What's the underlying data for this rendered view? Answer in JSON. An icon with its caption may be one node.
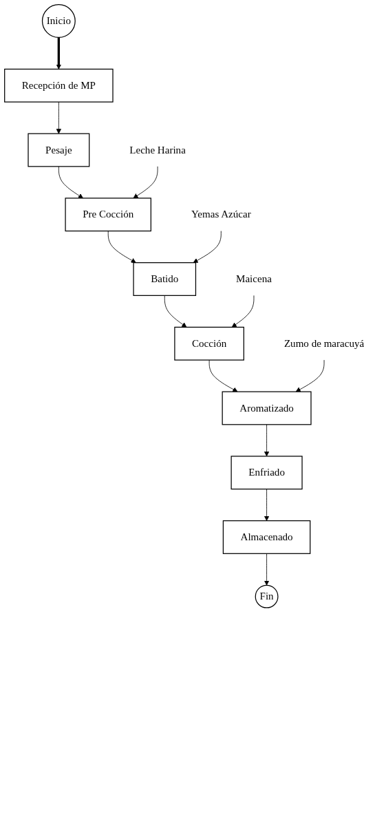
{
  "diagram": {
    "nodes": [
      {
        "text": [
          "Inicio"
        ]
      },
      {
        "text": [
          "Recepción de MP"
        ]
      },
      {
        "text": [
          "Pesaje"
        ]
      },
      {
        "text": [
          "Pre Cocción"
        ]
      },
      {
        "text": [
          "Batido"
        ]
      },
      {
        "text": [
          "Cocción"
        ]
      },
      {
        "text": [
          "Aromatizado"
        ]
      },
      {
        "text": [
          "Enfriado"
        ]
      },
      {
        "text": [
          "Almacenado"
        ]
      },
      {
        "text": [
          "Fin"
        ]
      },
      {
        "text": [
          "Leche Harina"
        ]
      },
      {
        "text": [
          "Yemas Azúcar"
        ]
      },
      {
        "text": [
          "Maicena"
        ]
      },
      {
        "text": [
          "Zumo de maracuyá"
        ]
      }
    ],
    "edges": [
      {
        "from": 0,
        "to": 1,
        "arrow": "to",
        "style": "thick"
      },
      {
        "from": 1,
        "to": 2,
        "arrow": "to"
      },
      {
        "from": 2,
        "to": 3,
        "arrow": "to"
      },
      {
        "from": 10,
        "to": 3,
        "arrow": "to"
      },
      {
        "from": 3,
        "to": 4,
        "arrow": "to"
      },
      {
        "from": 11,
        "to": 4,
        "arrow": "to"
      },
      {
        "from": 4,
        "to": 5,
        "arrow": "to"
      },
      {
        "from": 12,
        "to": 5,
        "arrow": "to"
      },
      {
        "from": 5,
        "to": 6,
        "arrow": "to"
      },
      {
        "from": 13,
        "to": 6,
        "arrow": "to"
      },
      {
        "from": 6,
        "to": 7,
        "arrow": "to"
      },
      {
        "from": 7,
        "to": 8,
        "arrow": "to"
      },
      {
        "from": 8,
        "to": 9,
        "arrow": "to"
      }
    ]
  }
}
